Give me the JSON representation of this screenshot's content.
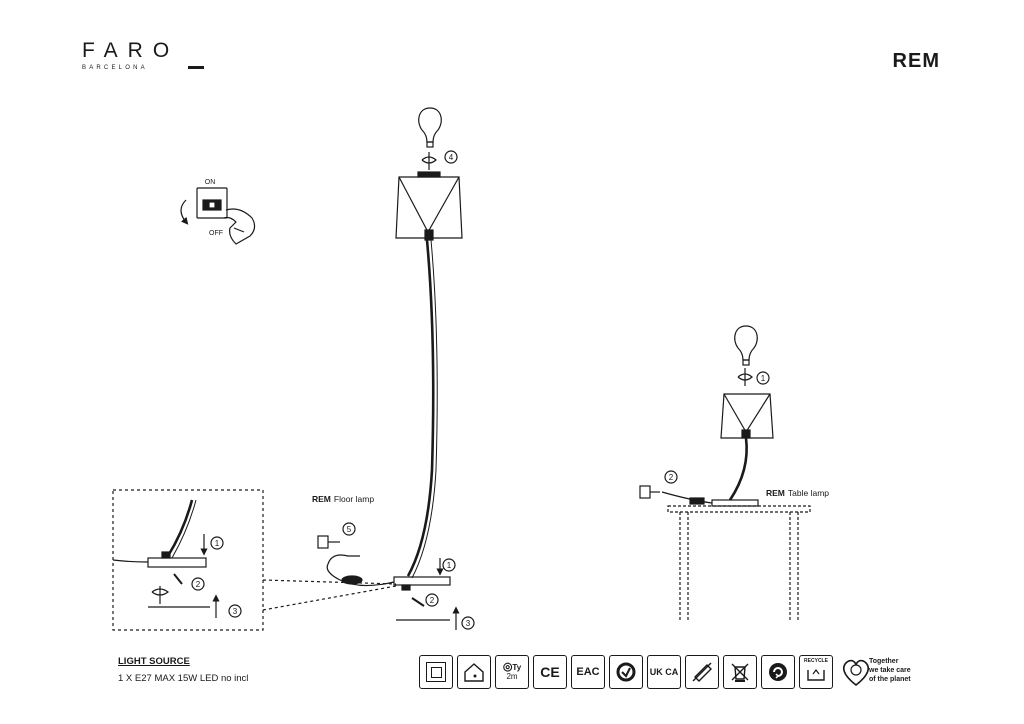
{
  "brand": {
    "name": "FARO",
    "sub": "BARCELONA"
  },
  "product": {
    "name": "REM"
  },
  "labels": {
    "floor_brand": "REM",
    "floor_type": "Floor lamp",
    "table_brand": "REM",
    "table_type": "Table lamp",
    "switch_on": "ON",
    "switch_off": "OFF"
  },
  "steps": {
    "floor_bulb": "4",
    "floor_plug": "5",
    "floor_base": "1",
    "floor_screw": "2",
    "floor_tighten": "3",
    "detail_base": "1",
    "detail_screw": "2",
    "detail_tighten": "3",
    "table_bulb": "1",
    "table_plug": "2"
  },
  "light_source": {
    "title": "LIGHT SOURCE",
    "spec": "1 X E27 MAX 15W LED no incl"
  },
  "certifications": [
    {
      "icon": "class-ii-icon"
    },
    {
      "icon": "indoor-use-icon"
    },
    {
      "icon": "cable-type-icon",
      "text": "Ty",
      "sub": "2m"
    },
    {
      "icon": "ce-mark-icon",
      "text": "CE"
    },
    {
      "icon": "eac-mark-icon",
      "text": "EAC"
    },
    {
      "icon": "test-mark-icon"
    },
    {
      "icon": "ukca-mark-icon",
      "text": "UK CA"
    },
    {
      "icon": "no-cover-icon"
    },
    {
      "icon": "weee-bin-icon"
    },
    {
      "icon": "recycle-icon"
    },
    {
      "icon": "recycle-box-icon",
      "text": "RECYCLE"
    },
    {
      "icon": "planet-heart-icon"
    }
  ],
  "planet_text": [
    "Together",
    "we take care",
    "of the planet"
  ]
}
